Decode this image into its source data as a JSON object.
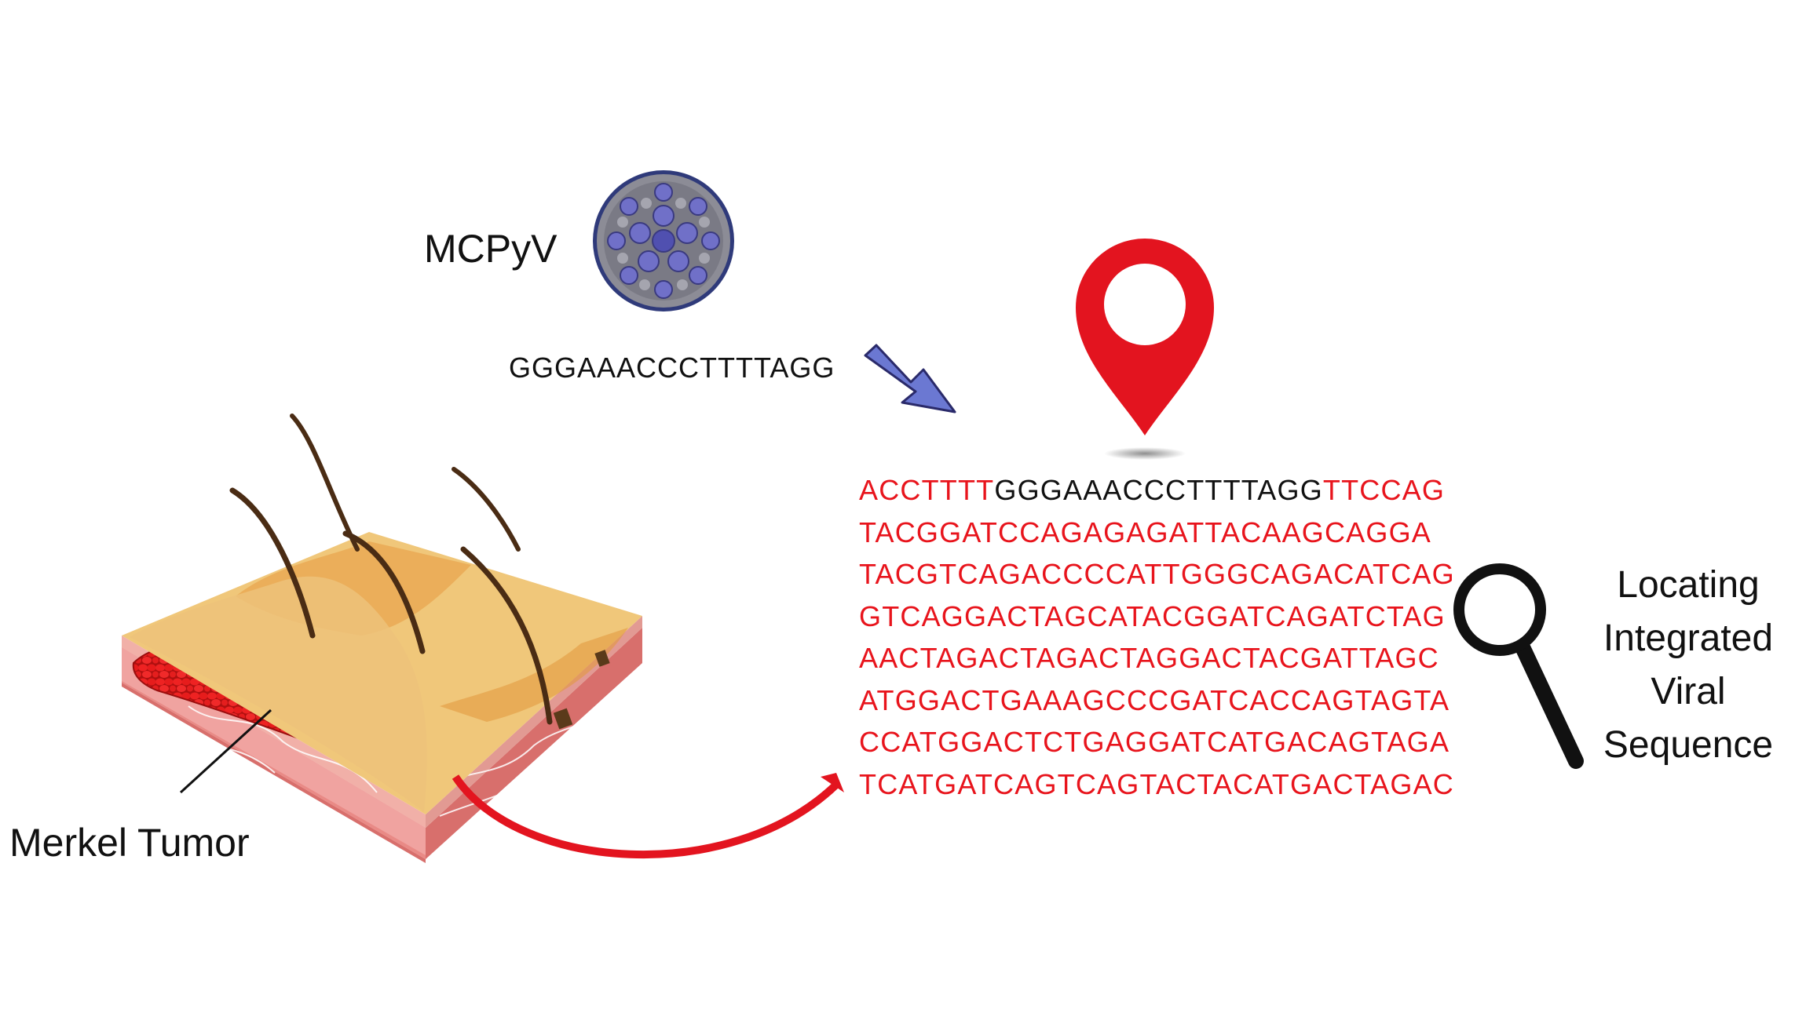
{
  "labels": {
    "virus": "MCPyV",
    "viral_sequence": "GGGAAACCCTTTTAGG",
    "tumor": "Merkel Tumor",
    "locating": [
      "Locating",
      "Integrated",
      "Viral",
      "Sequence"
    ]
  },
  "genome": {
    "first_row": {
      "prefix": "ACCTTTT",
      "insert": "GGGAAACCCTTTTAGG",
      "suffix": "TTCCAG"
    },
    "rows": [
      "TACGGATCCAGAGAGATTACAAGCAGGA",
      "TACGTCAGACCCCATTGGGCAGACATCAG",
      "GTCAGGACTAGCATACGGATCAGATCTAG",
      "AACTAGACTAGACTAGGACTACGATTAGC",
      "ATGGACTGAAAGCCCGATCACCAGTAGTA",
      "CCATGGACTCTGAGGATCATGACAGTAGA",
      "TCATGATCAGTCAGTACTACATGACTAGAC"
    ]
  },
  "colors": {
    "genome_text": "#e8141c",
    "map_pin": "#e3141f",
    "virus_capsid": "#5a5ab8",
    "arrow_blue": "#6b78d2",
    "arrow_red": "#e3141f",
    "tumor_cells": "#e01818",
    "skin_top": "#f0c77a"
  },
  "icons": [
    "virus-icon",
    "arrow-down-right-icon",
    "map-pin-icon",
    "magnifier-icon",
    "curved-arrow-icon",
    "skin-block-icon"
  ]
}
